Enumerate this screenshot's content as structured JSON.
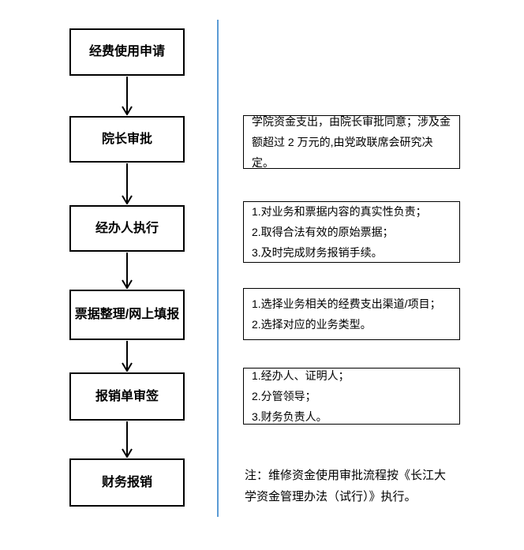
{
  "flowchart": {
    "steps": [
      {
        "label": "经费使用申请"
      },
      {
        "label": "院长审批"
      },
      {
        "label": "经办人执行"
      },
      {
        "label": "票据整理/网上填报"
      },
      {
        "label": "报销单审签"
      },
      {
        "label": "财务报销"
      }
    ]
  },
  "annotations": [
    {
      "lines": [
        "学院资金支出，由院长审批同意；涉及金额超过 2 万元的,由党政联席会研究决定。"
      ]
    },
    {
      "lines": [
        "1.对业务和票据内容的真实性负责；",
        "2.取得合法有效的原始票据；",
        "3.及时完成财务报销手续。"
      ]
    },
    {
      "lines": [
        "1.选择业务相关的经费支出渠道/项目；",
        "2.选择对应的业务类型。"
      ]
    },
    {
      "lines": [
        "1.经办人、证明人；",
        "2.分管领导；",
        "3.财务负责人。"
      ]
    }
  ],
  "note": "注：维修资金使用审批流程按《长江大学资金管理办法（试行）》执行。",
  "colors": {
    "divider_blue": "#5B9BD5",
    "box_border": "#000000",
    "text": "#000000",
    "background": "#FFFFFF"
  }
}
